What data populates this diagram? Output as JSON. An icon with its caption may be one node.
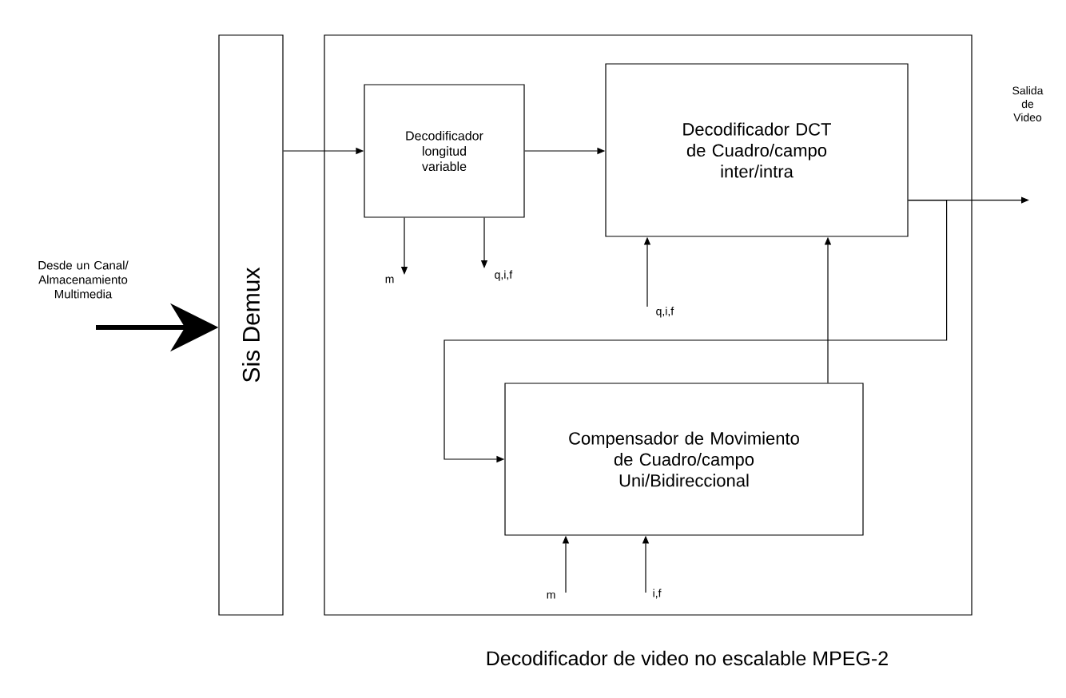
{
  "diagram": {
    "caption": "Decodificador de video no escalable MPEG-2",
    "nodes": [
      {
        "text": [
          "Desde un Canal/ Almacenamiento Multimedia"
        ]
      },
      {
        "text": [
          "Sis Demux"
        ]
      },
      {
        "text": [],
        "shape": "box"
      },
      {
        "text": [
          "Decodificador longitud variable"
        ],
        "in": 2
      },
      {
        "text": [
          "Decodificador DCT de Cuadro/campo inter/intra"
        ],
        "in": 2
      },
      {
        "text": [
          "m"
        ],
        "in": 2
      },
      {
        "text": [
          "q,i,f"
        ],
        "in": 2
      },
      {
        "text": [
          "q,i,f"
        ],
        "in": 2
      },
      {
        "text": [
          "Compensador de Movimiento de Cuadro/campo Uni/Bidireccional"
        ],
        "in": 2
      },
      {
        "text": [
          "m"
        ],
        "in": 2
      },
      {
        "text": [
          "i,f"
        ],
        "in": 2
      },
      {
        "text": [
          "Salida de Video"
        ]
      }
    ],
    "edges": [
      {
        "from": 0,
        "to": 1,
        "arrow": "to",
        "style": "thick"
      },
      {
        "from": 1,
        "to": 3,
        "arrow": "to"
      },
      {
        "from": 3,
        "to": 4,
        "arrow": "to"
      },
      {
        "from": 3,
        "to": 5,
        "arrow": "to"
      },
      {
        "from": 3,
        "to": 6,
        "arrow": "to"
      },
      {
        "from": 7,
        "to": 4,
        "arrow": "to"
      },
      {
        "from": 4,
        "to": 11,
        "arrow": "to"
      },
      {
        "from": 4,
        "to": 8,
        "arrow": "to"
      },
      {
        "from": 8,
        "to": 4,
        "arrow": "to"
      },
      {
        "from": 9,
        "to": 8,
        "arrow": "to"
      },
      {
        "from": 10,
        "to": 8,
        "arrow": "to"
      }
    ]
  }
}
